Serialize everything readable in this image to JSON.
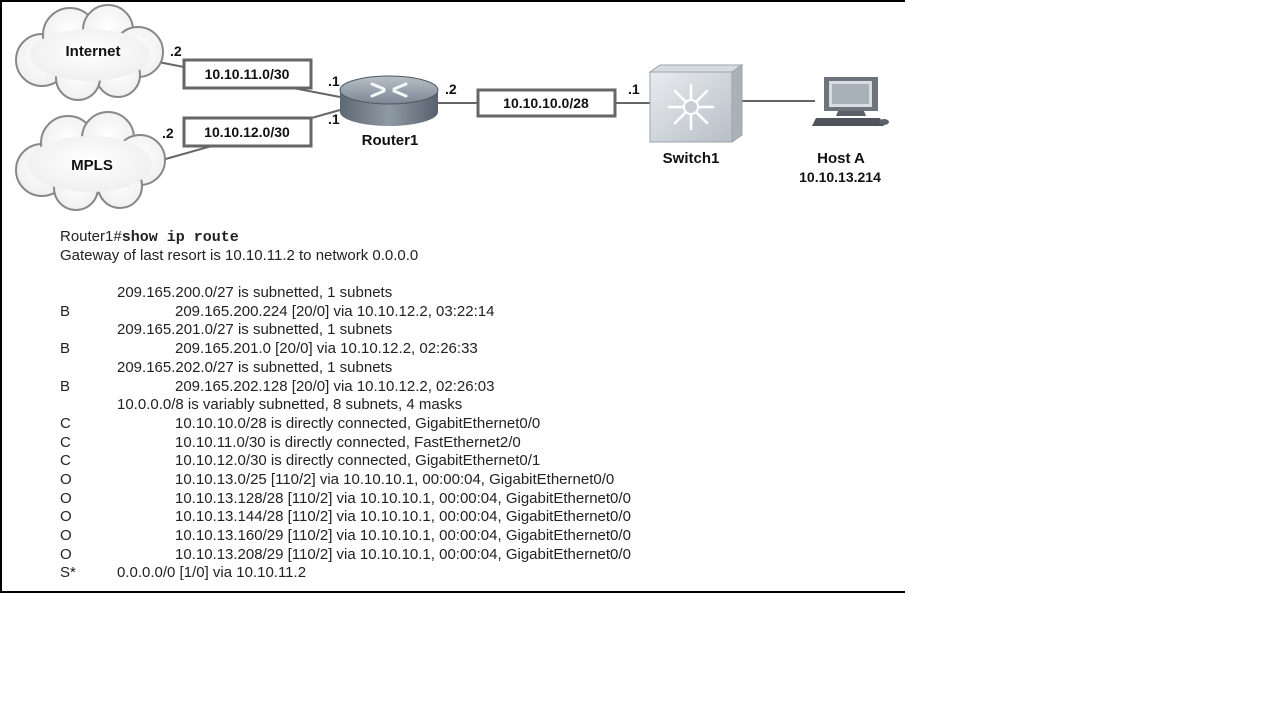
{
  "diagram": {
    "clouds": {
      "internet": "Internet",
      "mpls": "MPLS"
    },
    "subnets": {
      "internet_link": "10.10.11.0/30",
      "mpls_link": "10.10.12.0/30",
      "switch_link": "10.10.10.0/28"
    },
    "addresses": {
      "internet_far": ".2",
      "router_internet": ".1",
      "mpls_far": ".2",
      "router_mpls": ".1",
      "router_switch": ".2",
      "switch_router": ".1"
    },
    "devices": {
      "router": "Router1",
      "switch": "Switch1",
      "host": "Host A",
      "host_ip": "10.10.13.214"
    }
  },
  "cli": {
    "prompt": "Router1#",
    "command": "show ip route",
    "gateway": "Gateway of last resort is 10.10.11.2 to network 0.0.0.0",
    "routes": [
      {
        "code": "",
        "indent": 1,
        "text": "209.165.200.0/27 is subnetted, 1 subnets"
      },
      {
        "code": "B",
        "indent": 2,
        "text": "209.165.200.224 [20/0] via 10.10.12.2, 03:22:14"
      },
      {
        "code": "",
        "indent": 1,
        "text": "209.165.201.0/27 is subnetted, 1 subnets"
      },
      {
        "code": "B",
        "indent": 2,
        "text": "209.165.201.0 [20/0] via 10.10.12.2, 02:26:33"
      },
      {
        "code": "",
        "indent": 1,
        "text": "209.165.202.0/27 is subnetted, 1 subnets"
      },
      {
        "code": "B",
        "indent": 2,
        "text": "209.165.202.128 [20/0] via 10.10.12.2, 02:26:03"
      },
      {
        "code": "",
        "indent": 1,
        "text": "10.0.0.0/8 is variably subnetted, 8 subnets, 4 masks"
      },
      {
        "code": "C",
        "indent": 2,
        "text": "10.10.10.0/28 is directly connected, GigabitEthernet0/0"
      },
      {
        "code": "C",
        "indent": 2,
        "text": "10.10.11.0/30 is directly connected, FastEthernet2/0"
      },
      {
        "code": "C",
        "indent": 2,
        "text": "10.10.12.0/30 is directly connected, GigabitEthernet0/1"
      },
      {
        "code": "O",
        "indent": 2,
        "text": "10.10.13.0/25 [110/2] via 10.10.10.1, 00:00:04, GigabitEthernet0/0"
      },
      {
        "code": "O",
        "indent": 2,
        "text": "10.10.13.128/28 [110/2] via 10.10.10.1, 00:00:04, GigabitEthernet0/0"
      },
      {
        "code": "O",
        "indent": 2,
        "text": "10.10.13.144/28 [110/2] via 10.10.10.1, 00:00:04, GigabitEthernet0/0"
      },
      {
        "code": "O",
        "indent": 2,
        "text": "10.10.13.160/29 [110/2] via 10.10.10.1, 00:00:04, GigabitEthernet0/0"
      },
      {
        "code": "O",
        "indent": 2,
        "text": "10.10.13.208/29 [110/2] via 10.10.10.1, 00:00:04, GigabitEthernet0/0"
      },
      {
        "code": "S*",
        "indent": 1,
        "text": "0.0.0.0/0 [1/0] via 10.10.11.2"
      }
    ]
  }
}
